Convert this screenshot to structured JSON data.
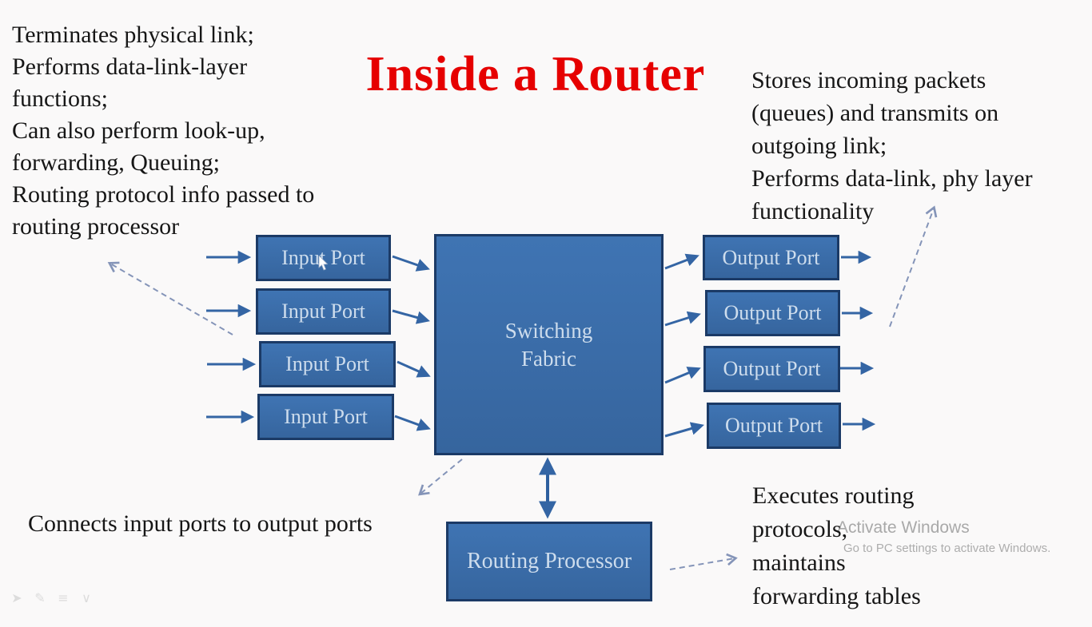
{
  "title": "Inside a Router",
  "notes": {
    "input_port": "Terminates physical link;\nPerforms data-link-layer\nfunctions;\nCan also perform look-up,\nforwarding, Queuing;\nRouting protocol info passed to\nrouting processor",
    "output_port": "Stores incoming packets\n(queues) and transmits on\noutgoing link;\nPerforms data-link, phy layer\nfunctionality",
    "switching_fabric": "Connects input ports to output ports",
    "routing_processor": "Executes routing\nprotocols,\nmaintains\nforwarding tables"
  },
  "boxes": {
    "input_ports": [
      "Input Port",
      "Input Port",
      "Input Port",
      "Input Port"
    ],
    "switching_fabric": "Switching\nFabric",
    "output_ports": [
      "Output Port",
      "Output Port",
      "Output Port",
      "Output Port"
    ],
    "routing_processor": "Routing Processor"
  },
  "watermark": {
    "line1": "Activate Windows",
    "line2": "Go to PC settings to activate Windows."
  },
  "icons": {
    "presenter_toolbar": [
      "pointer-tool-icon",
      "pen-tool-icon",
      "annotation-menu-icon",
      "collapse-toolbar-icon"
    ],
    "mouse_cursor": "mouse-cursor",
    "glyphs": {
      "pointer": "➤",
      "pen": "✎",
      "menu": "≡",
      "collapse": "∨"
    }
  },
  "colors": {
    "title": "#e60000",
    "box_fill": "#3a6ca6",
    "box_border": "#1b3a66",
    "box_text": "#cedded",
    "solid_arrow": "#3465a4",
    "dashed_arrow": "#8494b8",
    "body_text": "#161616",
    "watermark": "#a9a9a9",
    "background": "#faf9f9"
  }
}
